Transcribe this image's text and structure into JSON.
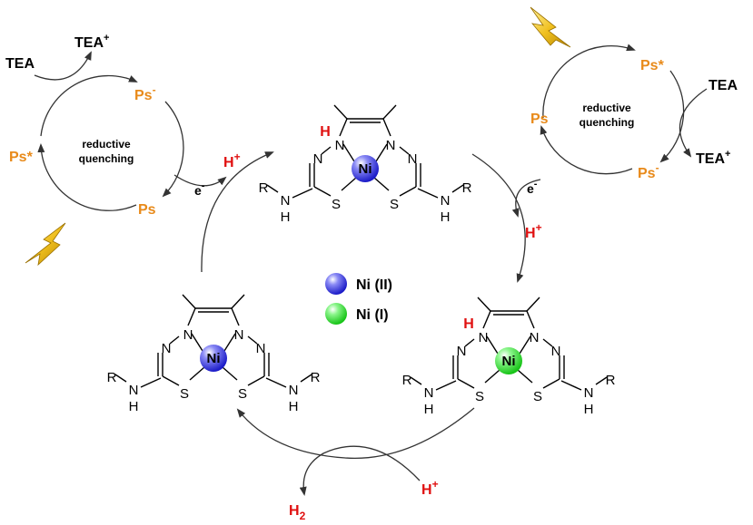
{
  "colors": {
    "orange": "#e88a1a",
    "red": "#e01010",
    "ni2": "#2a2ad8",
    "ni1": "#1fd41f",
    "black": "#000000"
  },
  "left_cycle": {
    "tea": "TEA",
    "tea_plus": "TEA",
    "plus": "+",
    "ps_minus": "Ps",
    "minus": "-",
    "ps_star": "Ps*",
    "ps": "Ps",
    "label_line1": "reductive",
    "label_line2": "quenching"
  },
  "right_cycle": {
    "ps_star": "Ps*",
    "tea": "TEA",
    "tea_plus": "TEA",
    "plus": "+",
    "ps": "Ps",
    "ps_minus": "Ps",
    "minus": "-",
    "label_line1": "reductive",
    "label_line2": "quenching"
  },
  "main_cycle": {
    "e_left": "e",
    "e_left_sup": "-",
    "h_left": "H",
    "h_left_sup": "+",
    "e_right": "e",
    "e_right_sup": "-",
    "h_right": "H",
    "h_right_sup": "+",
    "h_bottom": "H",
    "h_bottom_sup": "+",
    "h2": "H",
    "h2_sub": "2"
  },
  "legend": {
    "ni2_label": "Ni (II)",
    "ni1_label": "Ni (I)"
  },
  "complex_labels": {
    "metal": "Ni",
    "nitrogen": "N",
    "sulfur": "S",
    "hydrogen": "H",
    "substituent": "R"
  }
}
